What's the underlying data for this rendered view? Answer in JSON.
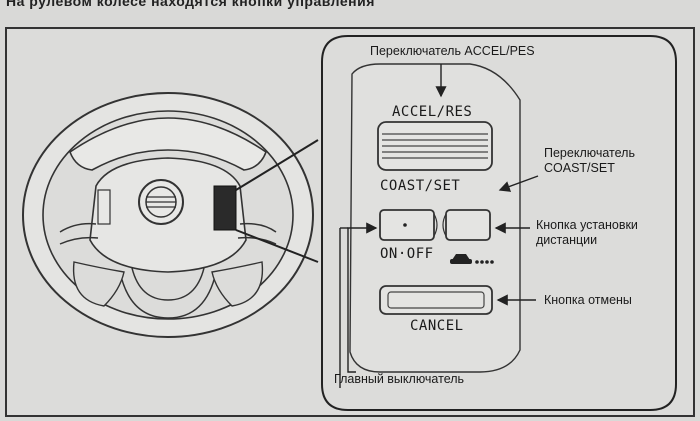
{
  "header": {
    "heading_fragment": "На рулевом колесе находятся кнопки управления"
  },
  "switches": {
    "accel_res": "ACCEL/RES",
    "coast_set": "COAST/SET",
    "on_off": "ON·OFF",
    "cancel": "CANCEL"
  },
  "callouts": {
    "accel_switch": "Переключатель ACCEL/PES",
    "coast_switch_line1": "Переключатель",
    "coast_switch_line2": "COAST/SET",
    "distance_button_line1": "Кнопка установки",
    "distance_button_line2": "дистанции",
    "cancel_button": "Кнопка отмены",
    "main_switch": "Главный выключатель"
  }
}
